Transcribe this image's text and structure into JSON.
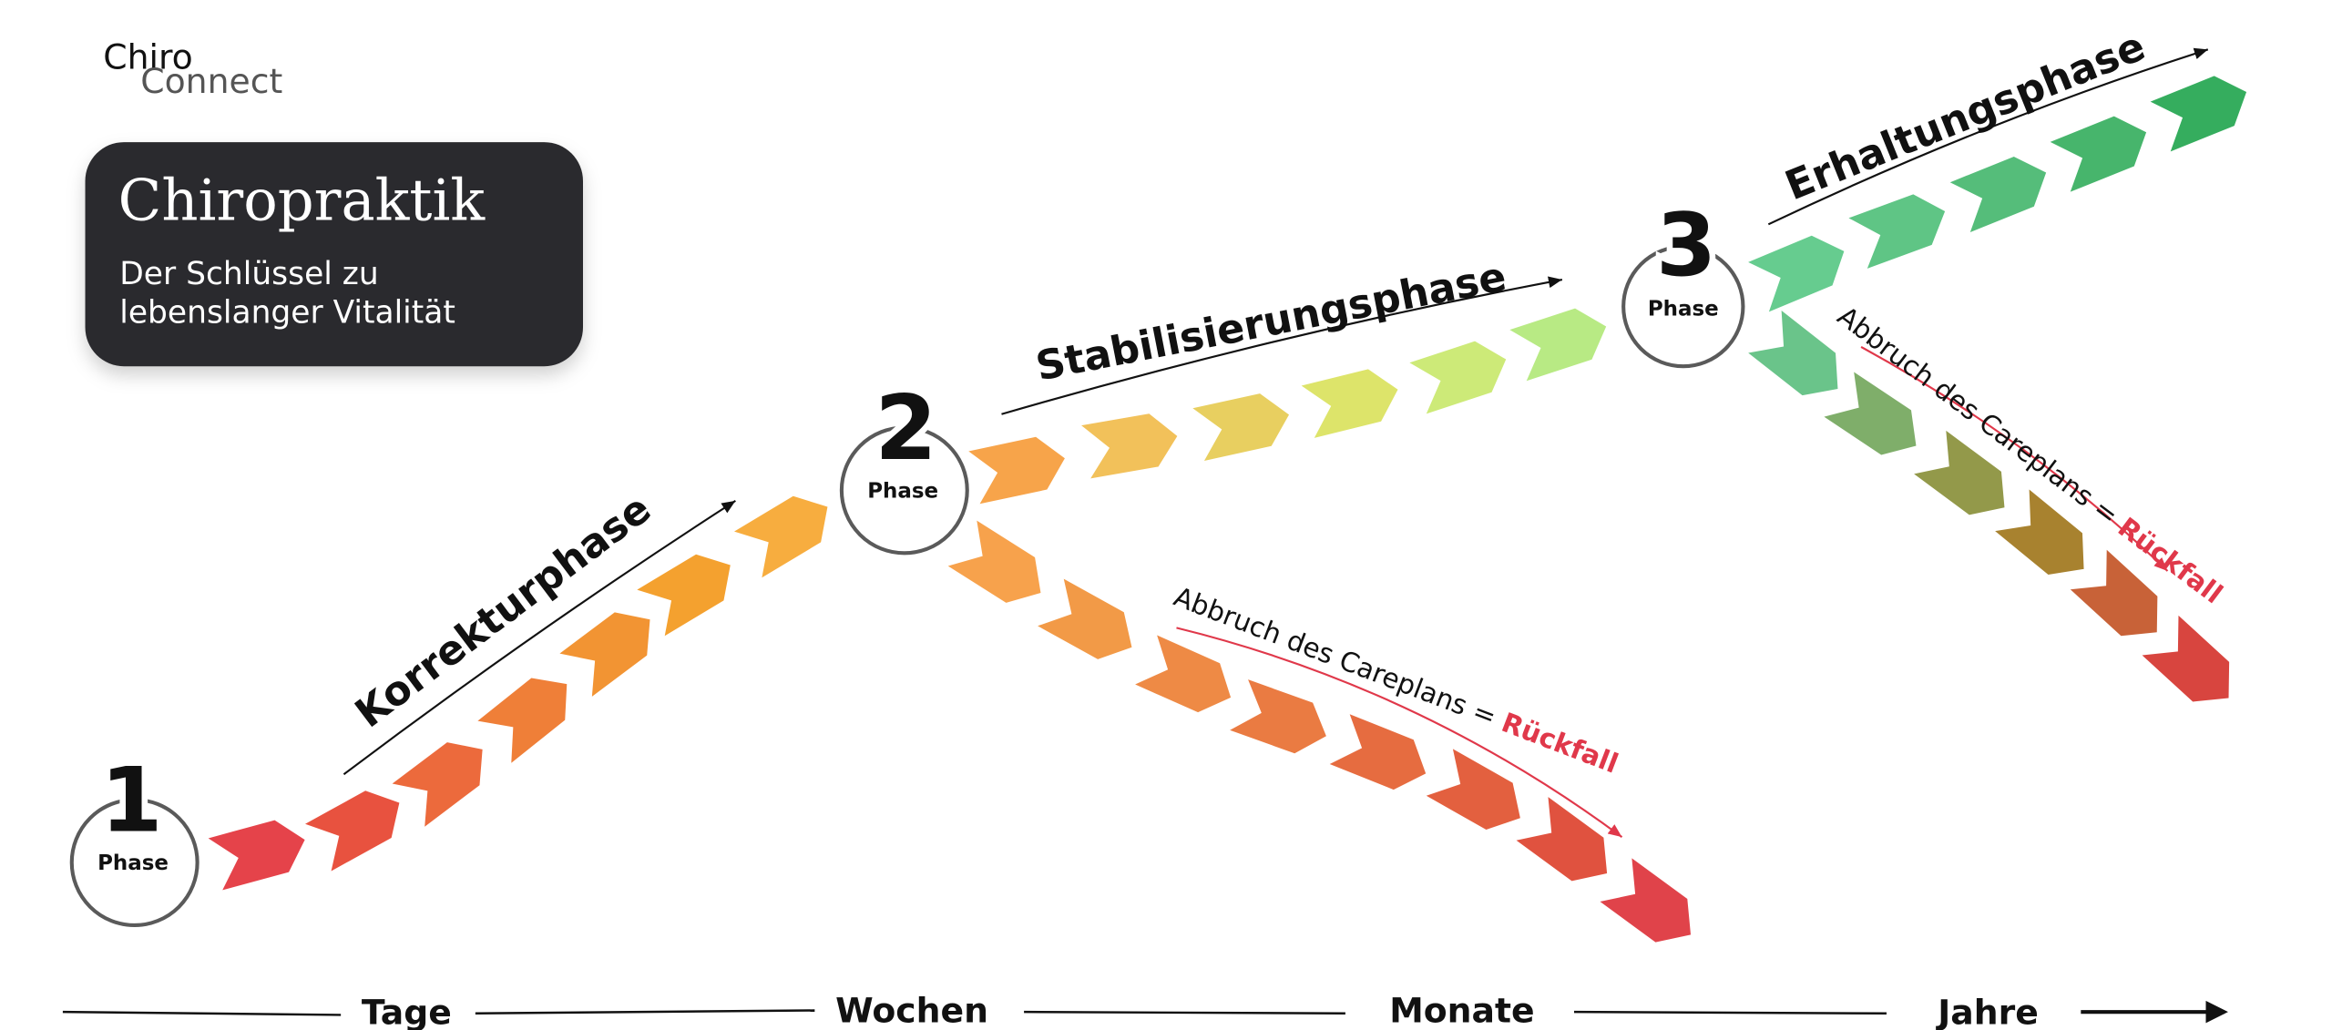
{
  "logo": {
    "line1": "Chiro",
    "line2": "Connect"
  },
  "title_card": {
    "title": "Chiropraktik",
    "subtitle_line1": "Der Schlüssel zu",
    "subtitle_line2": "lebenslanger Vitalität"
  },
  "phases": [
    {
      "number": "1",
      "label": "Phase"
    },
    {
      "number": "2",
      "label": "Phase"
    },
    {
      "number": "3",
      "label": "Phase"
    }
  ],
  "stage_labels": {
    "korrektur": "Korrekturphase",
    "stabilisierung": "Stabilisierungsphase",
    "erhaltung": "Erhaltungsphase"
  },
  "relapse": [
    {
      "text": "Abbruch des Careplans = ",
      "emphasis": "Rückfall"
    },
    {
      "text": "Abbruch des Careplans = ",
      "emphasis": "Rückfall"
    }
  ],
  "timeline": [
    "Tage",
    "Wochen",
    "Monate",
    "Jahre"
  ],
  "colors": {
    "card": "#2b2b2d",
    "relapse_red": "#e0384a",
    "path1": [
      "#e5434a",
      "#e8523f",
      "#ec6a3c",
      "#ef7f38",
      "#f29433",
      "#f4a12f",
      "#f7ad3f"
    ],
    "path2_up": [
      "#f7a44a",
      "#f2c15a",
      "#e8cf60",
      "#dde46a",
      "#cdea78",
      "#b8ea84"
    ],
    "path2_down": [
      "#f7a24c",
      "#f29a47",
      "#ee8a45",
      "#ea7b42",
      "#e66c40",
      "#e3603f",
      "#e0523f",
      "#e0434a"
    ],
    "path3_up": [
      "#66cc8f",
      "#5fc585",
      "#55bd7a",
      "#47b56c",
      "#35ad5e"
    ],
    "path3_down": [
      "#6ac48a",
      "#7fae6a",
      "#93994a",
      "#a8822f",
      "#c86238",
      "#d8453f"
    ]
  }
}
